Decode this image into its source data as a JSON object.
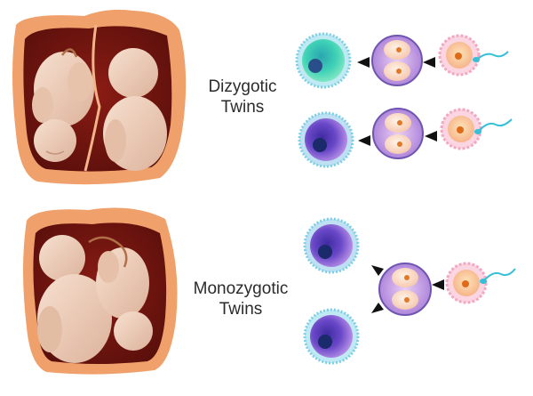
{
  "labels": {
    "dizygotic": [
      "Dizygotic",
      "Twins"
    ],
    "monozygotic": [
      "Monozygotic",
      "Twins"
    ]
  },
  "colors": {
    "uterus_outer": "#f0a06a",
    "uterus_inner": "#6e1410",
    "skin": "#f1d3bf",
    "skin_shadow": "#d9ab91",
    "egg_ring": "#8fd3e6",
    "blastocyst_teal": "#3fcfb8",
    "blastocyst_purple": "#6a48c8",
    "zygote": "#c9a3e6",
    "egg_pink": "#f7c6d6",
    "egg_nucleus": "#f29a2e",
    "sperm": "#35c0d8",
    "arrow": "#111111"
  },
  "icons": [
    "uterus-icon",
    "fetus-icon",
    "blastocyst-icon",
    "two-cell-zygote-icon",
    "egg-cell-icon",
    "sperm-icon",
    "arrow-icon"
  ]
}
